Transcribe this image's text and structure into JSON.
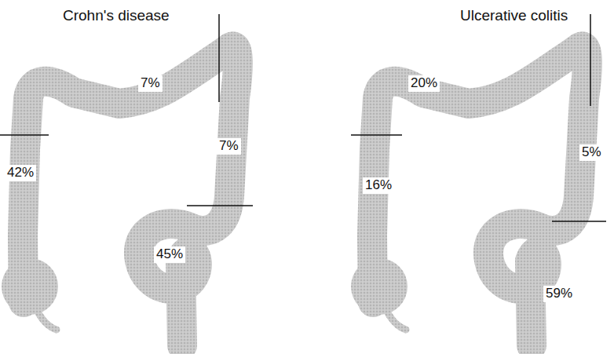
{
  "diagram": {
    "labels": [
      "Crohn's disease",
      "7%",
      "7%",
      "42%",
      "45%",
      "Ulcerative colitis",
      "20%",
      "5%",
      "16%",
      "59%"
    ]
  }
}
